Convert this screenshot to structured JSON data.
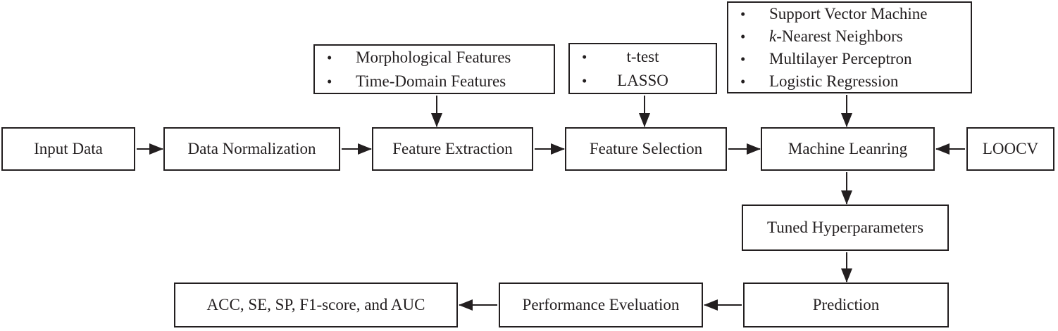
{
  "bullet": "•",
  "nodes": {
    "input": "Input Data",
    "normalization": "Data Normalization",
    "extraction": "Feature Extraction",
    "selection": "Feature Selection",
    "ml": "Machine Leanring",
    "loocv": "LOOCV",
    "tuned": "Tuned Hyperparameters",
    "prediction": "Prediction",
    "performance": "Performance Eveluation",
    "metrics": "ACC, SE, SP, F1-score, and AUC"
  },
  "annotations": {
    "extraction_methods": [
      "Morphological Features",
      "Time-Domain Features"
    ],
    "selection_methods": [
      "t-test",
      "LASSO"
    ],
    "ml_models": [
      "Support Vector Machine",
      "k-Nearest Neighbors",
      "Multilayer Perceptron",
      "Logistic Regression"
    ]
  },
  "colors": {
    "line": "#231f20",
    "background": "#ffffff"
  }
}
